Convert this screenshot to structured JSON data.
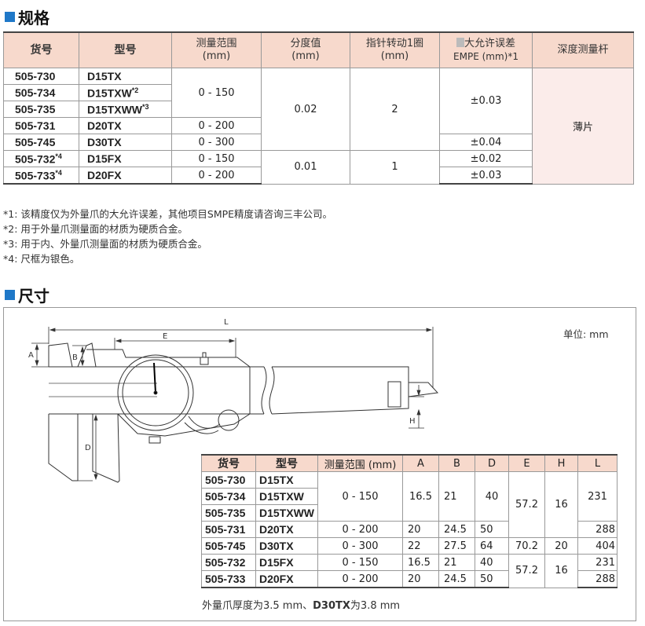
{
  "spec_section": {
    "title": "规格",
    "headers": {
      "code": "货号",
      "model": "型号",
      "range": "测量范围",
      "range_unit": "(mm)",
      "resolution": "分度值",
      "resolution_unit": "(mm)",
      "pointer": "指针转动1圈",
      "pointer_unit": "(mm)",
      "error_title": "大允许误差",
      "error_sub": "EMPE (mm)*1",
      "depth": "深度测量杆"
    },
    "rows": [
      {
        "code": "505-730",
        "code_note": "",
        "model": "D15TX",
        "model_note": ""
      },
      {
        "code": "505-734",
        "code_note": "",
        "model": "D15TXW",
        "model_note": "*2"
      },
      {
        "code": "505-735",
        "code_note": "",
        "model": "D15TXWW",
        "model_note": "*3"
      },
      {
        "code": "505-731",
        "code_note": "",
        "model": "D20TX",
        "model_note": ""
      },
      {
        "code": "505-745",
        "code_note": "",
        "model": "D30TX",
        "model_note": ""
      },
      {
        "code": "505-732",
        "code_note": "*4",
        "model": "D15FX",
        "model_note": ""
      },
      {
        "code": "505-733",
        "code_note": "*4",
        "model": "D20FX",
        "model_note": ""
      }
    ],
    "cells": {
      "range_a": "0 - 150",
      "range_b": "0 - 200",
      "range_c": "0 - 300",
      "range_d": "0 - 150",
      "range_e": "0 - 200",
      "res_a": "0.02",
      "res_b": "0.01",
      "ptr_a": "2",
      "ptr_b": "1",
      "err_a": "±0.03",
      "err_b": "±0.04",
      "err_c": "±0.02",
      "err_d": "±0.03",
      "depth": "薄片"
    },
    "notes": [
      "*1: 该精度仅为外量爪的大允许误差，其他项目SMPE精度请咨询三丰公司。",
      "*2: 用于外量爪测量面的材质为硬质合金。",
      "*3: 用于内、外量爪测量面的材质为硬质合金。",
      "*4: 尺框为银色。"
    ]
  },
  "dim_section": {
    "title": "尺寸",
    "unit": "单位: mm",
    "drawing_labels": {
      "L": "L",
      "E": "E",
      "A": "A",
      "B": "B",
      "D": "D",
      "H": "H"
    },
    "headers": {
      "code": "货号",
      "model": "型号",
      "range": "测量范围 (mm)",
      "A": "A",
      "B": "B",
      "D": "D",
      "E": "E",
      "H": "H",
      "L": "L"
    },
    "rows": [
      {
        "code": "505-730",
        "model": "D15TX"
      },
      {
        "code": "505-734",
        "model": "D15TXW"
      },
      {
        "code": "505-735",
        "model": "D15TXWW"
      },
      {
        "code": "505-731",
        "model": "D20TX"
      },
      {
        "code": "505-745",
        "model": "D30TX"
      },
      {
        "code": "505-732",
        "model": "D15FX"
      },
      {
        "code": "505-733",
        "model": "D20FX"
      }
    ],
    "cells": {
      "range_a": "0 - 150",
      "A_a": "16.5",
      "B_a": "21",
      "D_a": "40",
      "E_a": "57.2",
      "H_a": "16",
      "L_a": "231",
      "range_b": "0 - 200",
      "A_b": "20",
      "B_b": "24.5",
      "D_b": "50",
      "L_b": "288",
      "range_c": "0 - 300",
      "A_c": "22",
      "B_c": "27.5",
      "D_c": "64",
      "E_c": "70.2",
      "H_c": "20",
      "L_c": "404",
      "range_d": "0 - 150",
      "A_d": "16.5",
      "B_d": "21",
      "D_d": "40",
      "E_d": "57.2",
      "H_d": "16",
      "L_d": "231",
      "range_e": "0 - 200",
      "A_e": "20",
      "B_e": "24.5",
      "D_e": "50",
      "L_e": "288"
    },
    "footnote_pre": "外量爪厚度为3.5 mm、",
    "footnote_bold": "D30TX",
    "footnote_post": "为3.8 mm"
  },
  "colors": {
    "accent": "#1f78c8",
    "header_bg": "#f7d9cc",
    "merged_bg": "#fbecea"
  }
}
